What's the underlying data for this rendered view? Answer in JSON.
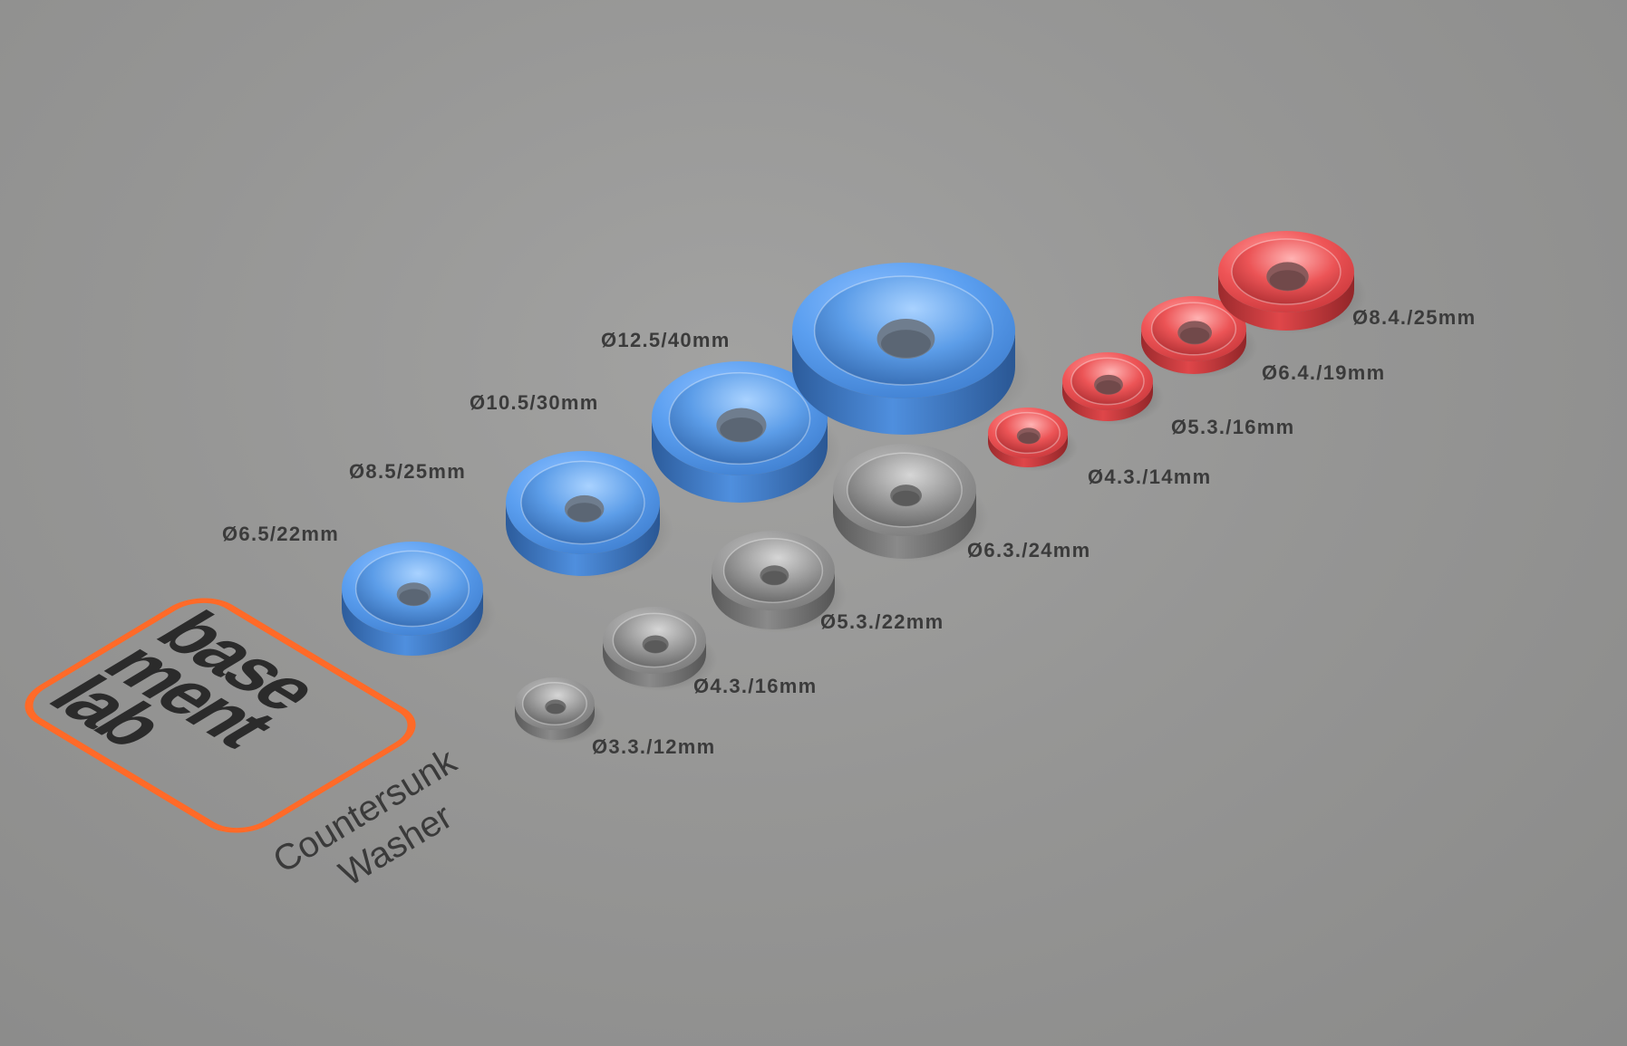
{
  "logo": {
    "lines": [
      "base",
      "ment",
      "lab"
    ],
    "border_color": "#ff6a28",
    "text_color": "#2b2b2b"
  },
  "caption": {
    "line1": "Countersunk",
    "line2": "Washer"
  },
  "colors": {
    "blue": "#4b8fe0",
    "gray": "#8d8d8d",
    "red": "#e0474a",
    "label": "#3b3b3b"
  },
  "rows": {
    "blue": [
      "Ø6.5/22mm",
      "Ø8.5/25mm",
      "Ø10.5/30mm",
      "Ø12.5/40mm"
    ],
    "gray": [
      "Ø3.3./12mm",
      "Ø4.3./16mm",
      "Ø5.3./22mm",
      "Ø6.3./24mm"
    ],
    "red": [
      "Ø4.3./14mm",
      "Ø5.3./16mm",
      "Ø6.4./19mm",
      "Ø8.4./25mm"
    ]
  }
}
